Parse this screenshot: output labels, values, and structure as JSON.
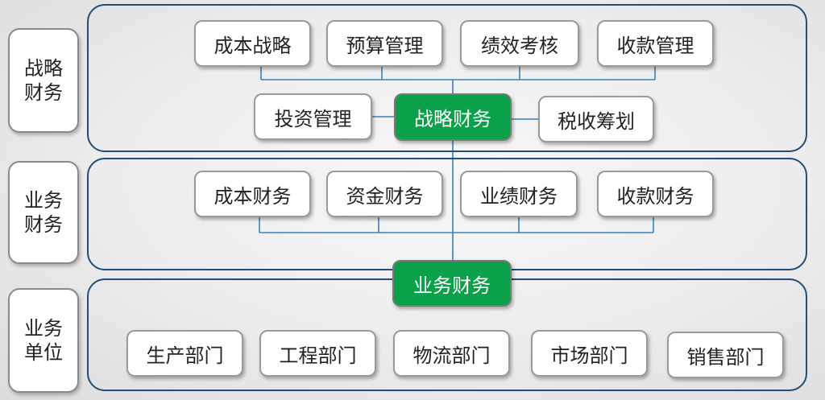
{
  "tiers": {
    "strategic": {
      "label": "战略\n财务",
      "row1": [
        "成本战略",
        "预算管理",
        "绩效考核",
        "收款管理"
      ],
      "left": "投资管理",
      "center": "战略财务",
      "right": "税收筹划"
    },
    "business": {
      "label": "业务\n财务",
      "row1": [
        "成本财务",
        "资金财务",
        "业绩财务",
        "收款财务"
      ],
      "center": "业务财务"
    },
    "units": {
      "label": "业务\n单位",
      "row1": [
        "生产部门",
        "工程部门",
        "物流部门",
        "市场部门",
        "销售部门"
      ]
    }
  },
  "colors": {
    "panel_border": "#1f4e79",
    "connector": "#3e7fc1",
    "highlight_fill": "#0aa14a"
  }
}
